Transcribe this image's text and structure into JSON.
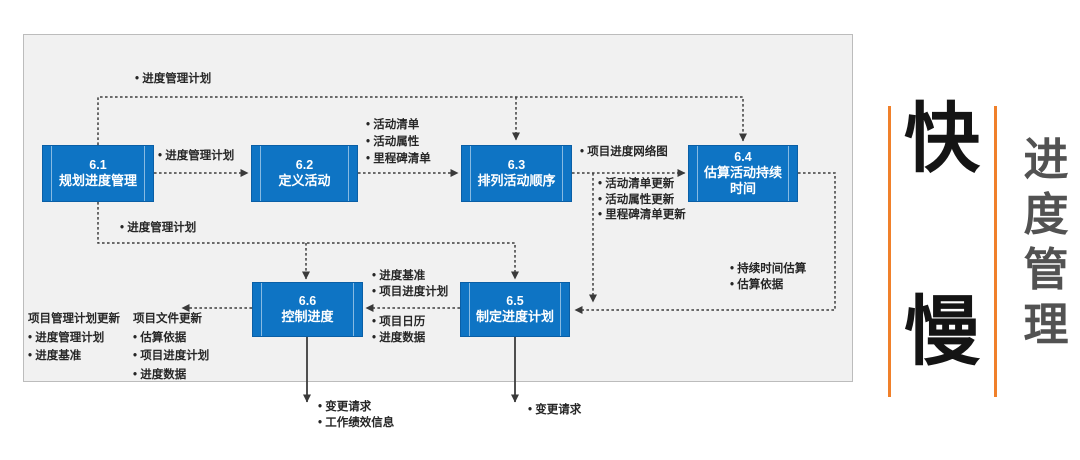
{
  "processes": [
    {
      "num": "6.1",
      "title": "规划进度管理"
    },
    {
      "num": "6.2",
      "title": "定义活动"
    },
    {
      "num": "6.3",
      "title": "排列活动顺序"
    },
    {
      "num": "6.4",
      "title": "估算活动持续时间"
    },
    {
      "num": "6.5",
      "title": "制定进度计划"
    },
    {
      "num": "6.6",
      "title": "控制进度"
    }
  ],
  "flow_labels": {
    "plan_top": "• 进度管理计划",
    "plan_61_to_62": "• 进度管理计划",
    "outputs_62": [
      "• 活动清单",
      "• 活动属性",
      "• 里程碑清单"
    ],
    "output_63_network": "• 项目进度网络图",
    "outputs_63_updates": [
      "• 活动清单更新",
      "• 活动属性更新",
      "• 里程碑清单更新"
    ],
    "outputs_64": [
      "• 持续时间估算",
      "• 估算依据"
    ],
    "plan_bottom": "• 进度管理计划",
    "outputs_65_to_66_upper": [
      "• 进度基准",
      "• 项目进度计划"
    ],
    "outputs_65_to_66_lower": [
      "• 项目日历",
      "• 进度数据"
    ],
    "updates_plan_col": [
      "项目管理计划更新",
      "• 进度管理计划",
      "• 进度基准"
    ],
    "updates_docs_col": [
      "项目文件更新",
      "• 估算依据",
      "• 项目进度计划",
      "• 进度数据"
    ],
    "outputs_66_bottom": [
      "• 变更请求",
      "• 工作绩效信息"
    ],
    "outputs_65_bottom": [
      "• 变更请求"
    ]
  },
  "side_panel": {
    "fast_char": "快",
    "slow_char": "慢",
    "vertical_title": "进度管理"
  },
  "colors": {
    "process_blue": "#0e74c4",
    "panel_gray": "#f1f1f1",
    "accent_orange": "#f0802a",
    "side_title_gray": "#525252",
    "connector_gray": "#3d3d3d"
  }
}
